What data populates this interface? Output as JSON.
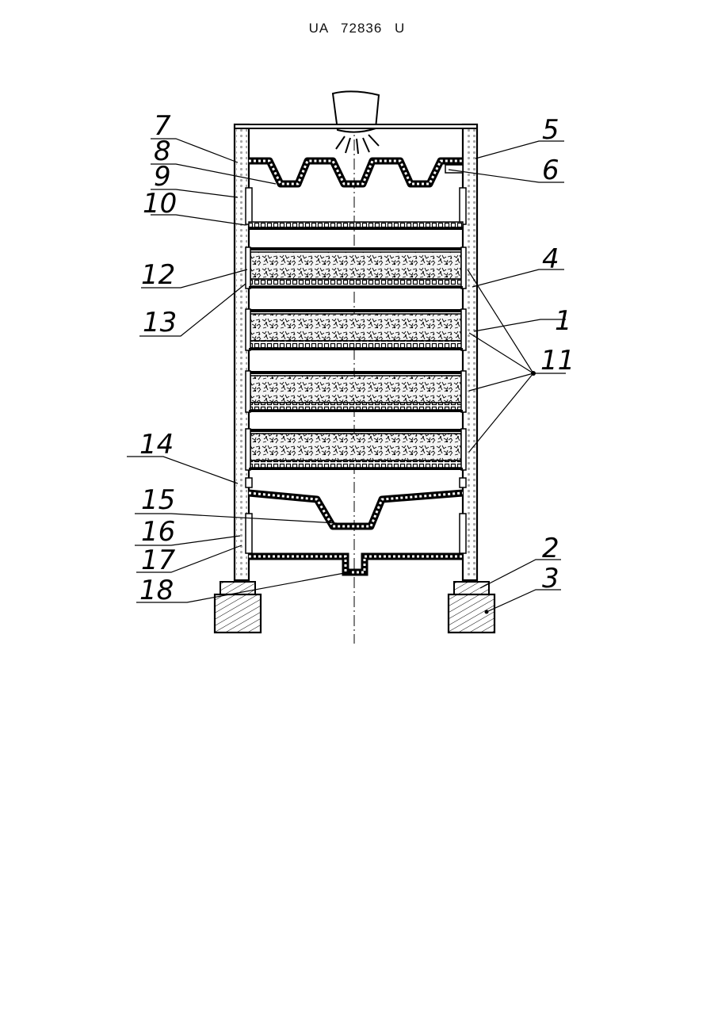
{
  "header": {
    "doc_id": "UA   72836   U"
  },
  "drawing": {
    "callouts": [
      "1",
      "2",
      "3",
      "4",
      "5",
      "6",
      "7",
      "8",
      "9",
      "10",
      "11",
      "12",
      "13",
      "14",
      "15",
      "16",
      "17",
      "18"
    ],
    "colors": {
      "ink": "#000000",
      "paper": "#ffffff"
    }
  }
}
